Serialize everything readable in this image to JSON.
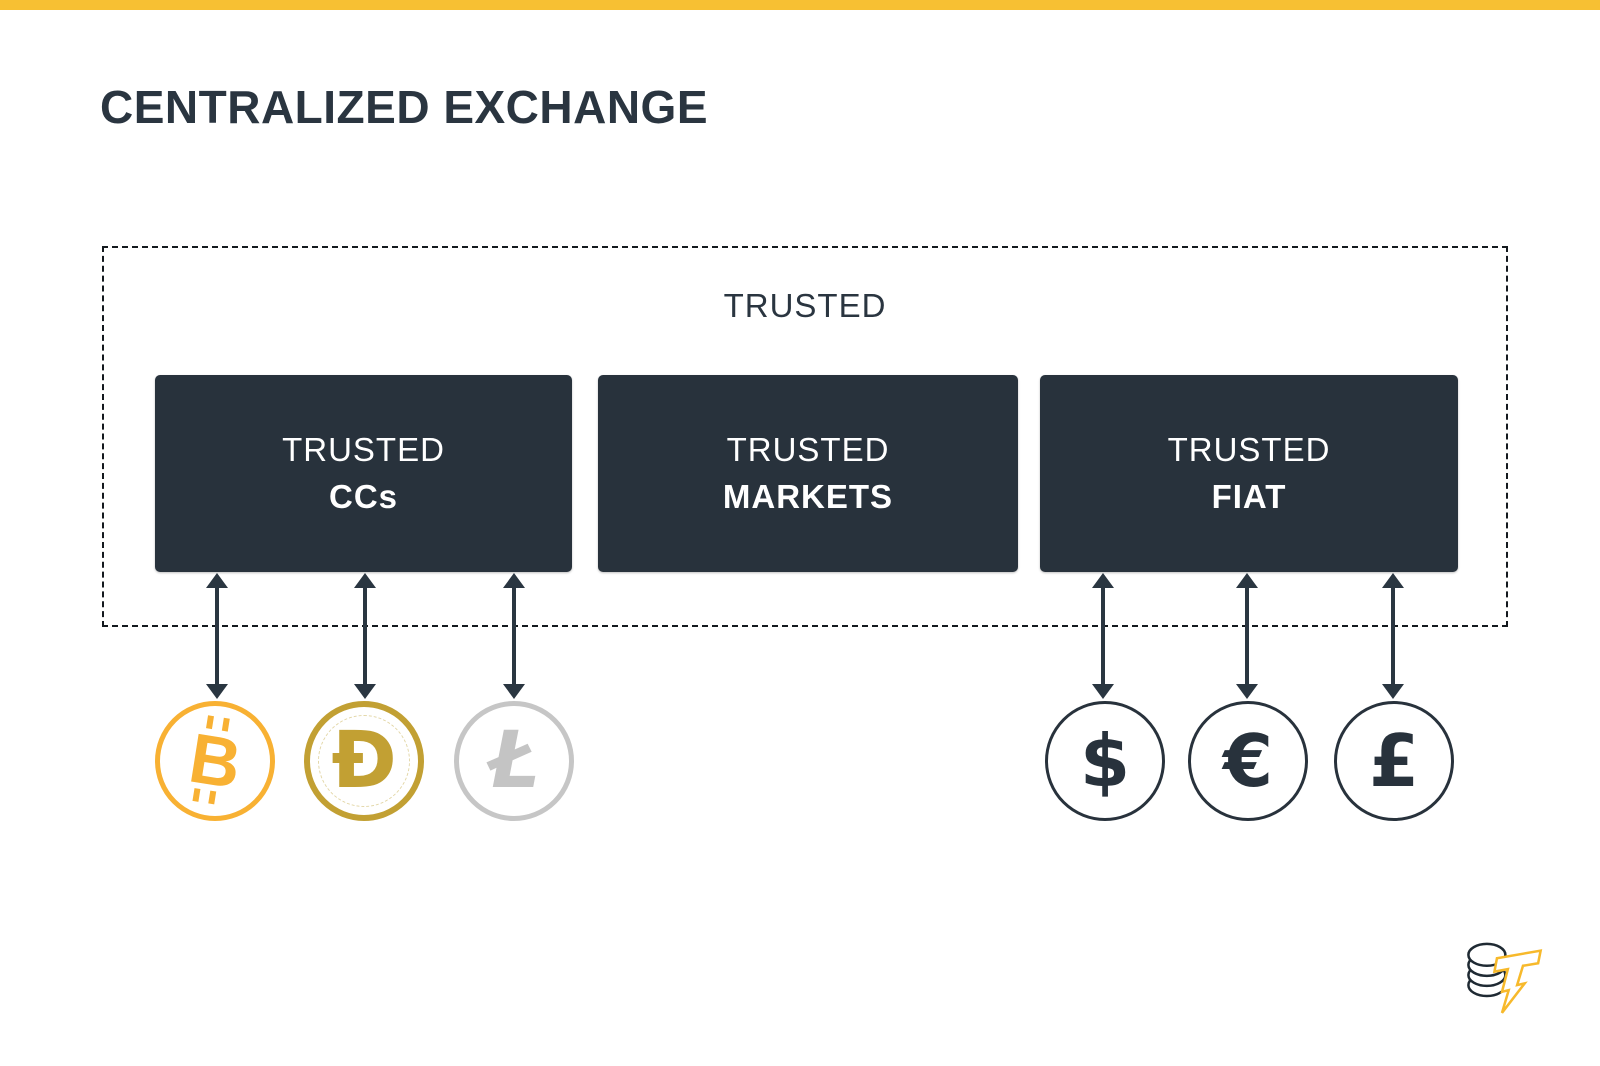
{
  "page": {
    "title": "CENTRALIZED EXCHANGE"
  },
  "colors": {
    "accent_bar": "#F7C033",
    "title_text": "#2A3540",
    "box_background": "#28323C",
    "box_text": "#FFFFFF",
    "arrow": "#2A3641",
    "boundary_dash": "#14191E",
    "bitcoin": "#F8B133",
    "dogecoin": "#C2A033",
    "litecoin": "#C6C6C6",
    "fiat_dark": "#28323C",
    "logo_gold": "#F7B92B"
  },
  "trusted_zone": {
    "label": "TRUSTED",
    "boxes": [
      {
        "line1": "TRUSTED",
        "line2": "CCs"
      },
      {
        "line1": "TRUSTED",
        "line2": "MARKETS"
      },
      {
        "line1": "TRUSTED",
        "line2": "FIAT"
      }
    ]
  },
  "coins": {
    "crypto": [
      {
        "name": "bitcoin",
        "symbol": "B"
      },
      {
        "name": "dogecoin",
        "symbol": "Ð"
      },
      {
        "name": "litecoin",
        "symbol": "Ł"
      }
    ],
    "fiat": [
      {
        "name": "dollar",
        "symbol": "$"
      },
      {
        "name": "euro",
        "symbol": "€"
      },
      {
        "name": "pound",
        "symbol": "£"
      }
    ]
  },
  "logo": {
    "icon": "coin-stack-lightning-t-icon"
  }
}
